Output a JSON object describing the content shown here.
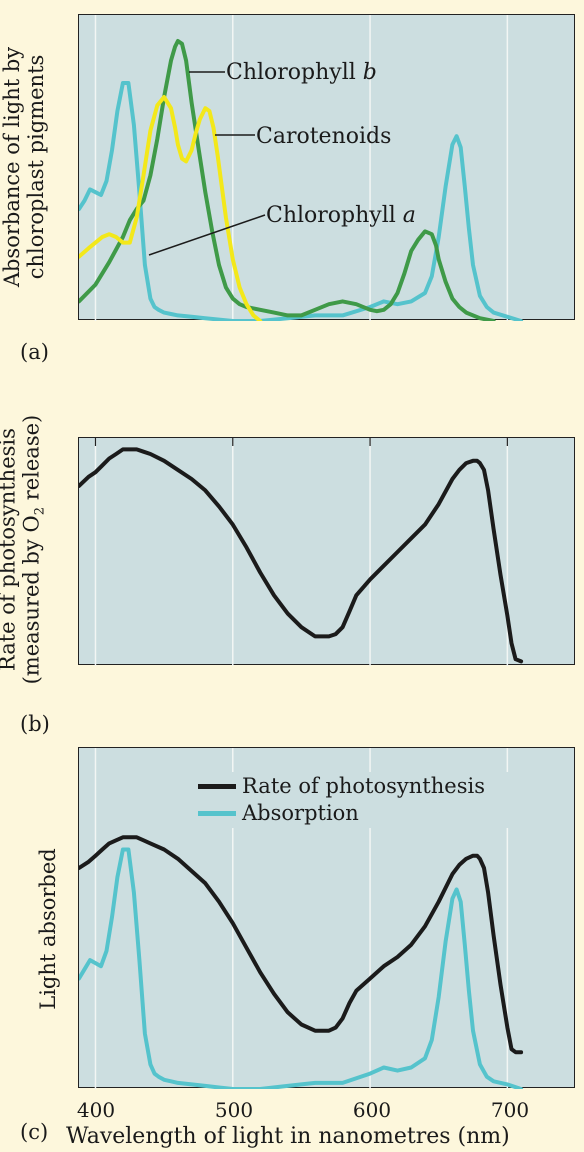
{
  "colors": {
    "chl_b": "#3f9a48",
    "carotenoids": "#f3e81a",
    "chl_a": "#55c3cc",
    "rate": "#1b1b1b",
    "grid": "#f2f6f4",
    "bg": "#fdf7dc",
    "plot_bg": "#ccdee0"
  },
  "chart_data": [
    {
      "panel": "(a)",
      "type": "line",
      "ylabel": [
        "Absorbance of light by",
        "chloroplast pigments"
      ],
      "xlim": [
        388,
        750
      ],
      "ylim": [
        0,
        1
      ],
      "series": [
        {
          "name": "Chlorophyll b",
          "color_key": "chl_b",
          "x": [
            388,
            400,
            410,
            420,
            425,
            430,
            435,
            440,
            445,
            450,
            455,
            458,
            460,
            463,
            466,
            470,
            475,
            480,
            485,
            490,
            495,
            500,
            505,
            510,
            520,
            530,
            540,
            550,
            560,
            570,
            580,
            590,
            600,
            605,
            610,
            615,
            620,
            625,
            630,
            635,
            640,
            645,
            648,
            650,
            655,
            660,
            665,
            670,
            680,
            690
          ],
          "y": [
            0.07,
            0.13,
            0.21,
            0.3,
            0.36,
            0.4,
            0.43,
            0.52,
            0.65,
            0.8,
            0.93,
            0.98,
            1.0,
            0.99,
            0.93,
            0.78,
            0.62,
            0.46,
            0.32,
            0.2,
            0.12,
            0.08,
            0.06,
            0.05,
            0.04,
            0.03,
            0.02,
            0.02,
            0.04,
            0.06,
            0.07,
            0.06,
            0.04,
            0.035,
            0.04,
            0.06,
            0.1,
            0.17,
            0.25,
            0.29,
            0.32,
            0.31,
            0.27,
            0.22,
            0.14,
            0.08,
            0.05,
            0.03,
            0.01,
            0.0
          ]
        },
        {
          "name": "Carotenoids",
          "color_key": "carotenoids",
          "x": [
            388,
            395,
            400,
            405,
            410,
            415,
            420,
            425,
            430,
            435,
            440,
            445,
            450,
            455,
            458,
            460,
            463,
            466,
            470,
            473,
            476,
            480,
            483,
            486,
            489,
            492,
            495,
            500,
            505,
            510,
            515,
            520
          ],
          "y": [
            0.23,
            0.26,
            0.28,
            0.3,
            0.31,
            0.3,
            0.28,
            0.28,
            0.37,
            0.52,
            0.68,
            0.77,
            0.8,
            0.76,
            0.69,
            0.63,
            0.58,
            0.57,
            0.61,
            0.67,
            0.72,
            0.76,
            0.75,
            0.69,
            0.59,
            0.48,
            0.37,
            0.22,
            0.12,
            0.06,
            0.02,
            0.0
          ]
        },
        {
          "name": "Chlorophyll a",
          "color_key": "chl_a",
          "x": [
            388,
            392,
            396,
            400,
            404,
            408,
            412,
            416,
            420,
            424,
            428,
            432,
            436,
            440,
            443,
            446,
            450,
            455,
            460,
            470,
            480,
            490,
            500,
            520,
            540,
            560,
            580,
            600,
            610,
            620,
            630,
            640,
            645,
            650,
            655,
            660,
            663,
            666,
            669,
            672,
            675,
            680,
            685,
            690,
            700,
            710
          ],
          "y": [
            0.4,
            0.43,
            0.47,
            0.46,
            0.45,
            0.5,
            0.61,
            0.75,
            0.85,
            0.85,
            0.7,
            0.46,
            0.2,
            0.08,
            0.05,
            0.04,
            0.03,
            0.025,
            0.02,
            0.015,
            0.01,
            0.005,
            0.0,
            0.0,
            0.01,
            0.02,
            0.02,
            0.05,
            0.07,
            0.06,
            0.07,
            0.1,
            0.16,
            0.3,
            0.48,
            0.63,
            0.66,
            0.62,
            0.48,
            0.33,
            0.2,
            0.09,
            0.05,
            0.03,
            0.015,
            0.0
          ]
        }
      ],
      "labels": [
        "Chlorophyll b",
        "Carotenoids",
        "Chlorophyll a"
      ]
    },
    {
      "panel": "(b)",
      "type": "line",
      "ylabel": [
        "Rate of photosynthesis",
        "(measured by O2 release)"
      ],
      "xlim": [
        388,
        750
      ],
      "ylim": [
        0,
        1
      ],
      "series": [
        {
          "name": "",
          "color_key": "rate",
          "x": [
            388,
            395,
            400,
            405,
            410,
            415,
            420,
            425,
            430,
            435,
            440,
            450,
            460,
            470,
            480,
            490,
            500,
            510,
            520,
            530,
            540,
            550,
            560,
            570,
            575,
            580,
            585,
            590,
            600,
            610,
            620,
            630,
            640,
            650,
            660,
            665,
            670,
            675,
            678,
            680,
            683,
            686,
            690,
            695,
            700,
            703,
            706,
            710
          ],
          "y": [
            0.79,
            0.83,
            0.85,
            0.88,
            0.91,
            0.93,
            0.95,
            0.95,
            0.95,
            0.94,
            0.93,
            0.9,
            0.86,
            0.82,
            0.77,
            0.7,
            0.62,
            0.52,
            0.41,
            0.31,
            0.23,
            0.17,
            0.13,
            0.13,
            0.14,
            0.17,
            0.24,
            0.31,
            0.38,
            0.44,
            0.5,
            0.56,
            0.62,
            0.71,
            0.82,
            0.86,
            0.89,
            0.9,
            0.9,
            0.89,
            0.86,
            0.77,
            0.6,
            0.4,
            0.22,
            0.1,
            0.03,
            0.02
          ]
        }
      ]
    },
    {
      "panel": "(c)",
      "type": "line",
      "ylabel": [
        "Light absorbed"
      ],
      "xlabel": "Wavelength of light in nanometres (nm)",
      "xticks": [
        400,
        500,
        600,
        700
      ],
      "xlim": [
        388,
        750
      ],
      "ylim": [
        0,
        1
      ],
      "legend": "top-right",
      "series": [
        {
          "name": "Rate of photosynthesis",
          "color_key": "rate",
          "x": [
            388,
            395,
            400,
            405,
            410,
            415,
            420,
            425,
            430,
            435,
            440,
            450,
            460,
            470,
            480,
            490,
            500,
            510,
            520,
            530,
            540,
            550,
            560,
            570,
            575,
            580,
            585,
            590,
            600,
            610,
            620,
            630,
            640,
            650,
            660,
            665,
            670,
            675,
            678,
            680,
            683,
            686,
            690,
            695,
            700,
            703,
            706,
            710
          ],
          "y": [
            0.72,
            0.74,
            0.76,
            0.78,
            0.8,
            0.81,
            0.82,
            0.82,
            0.82,
            0.81,
            0.8,
            0.78,
            0.75,
            0.71,
            0.67,
            0.61,
            0.54,
            0.46,
            0.38,
            0.31,
            0.25,
            0.21,
            0.19,
            0.19,
            0.2,
            0.23,
            0.28,
            0.32,
            0.36,
            0.4,
            0.43,
            0.47,
            0.53,
            0.61,
            0.7,
            0.73,
            0.75,
            0.76,
            0.76,
            0.75,
            0.72,
            0.64,
            0.5,
            0.34,
            0.2,
            0.13,
            0.12,
            0.12
          ]
        },
        {
          "name": "Absorption",
          "color_key": "chl_a",
          "x": [
            388,
            392,
            396,
            400,
            404,
            408,
            412,
            416,
            420,
            424,
            428,
            432,
            436,
            440,
            443,
            446,
            450,
            455,
            460,
            470,
            480,
            490,
            500,
            520,
            540,
            560,
            580,
            600,
            610,
            620,
            630,
            640,
            645,
            650,
            655,
            660,
            663,
            666,
            669,
            672,
            675,
            680,
            685,
            690,
            700,
            710
          ],
          "y": [
            0.36,
            0.39,
            0.42,
            0.41,
            0.4,
            0.45,
            0.56,
            0.69,
            0.78,
            0.78,
            0.64,
            0.42,
            0.18,
            0.08,
            0.05,
            0.04,
            0.03,
            0.025,
            0.02,
            0.015,
            0.01,
            0.005,
            0.0,
            0.0,
            0.01,
            0.02,
            0.02,
            0.05,
            0.07,
            0.06,
            0.07,
            0.1,
            0.16,
            0.3,
            0.48,
            0.62,
            0.65,
            0.61,
            0.47,
            0.32,
            0.19,
            0.08,
            0.04,
            0.025,
            0.015,
            0.0
          ]
        }
      ]
    }
  ],
  "text": {
    "label_chl_b": "Chlorophyll ",
    "label_chl_b_it": "b",
    "label_carot": "Carotenoids",
    "label_chl_a": "Chlorophyll ",
    "label_chl_a_it": "a",
    "panel_a": "(a)",
    "panel_b": "(b)",
    "panel_c": "(c)",
    "ylabel_a1": "Absorbance of light by",
    "ylabel_a2": "chloroplast pigments",
    "ylabel_b1": "Rate of photosynthesis",
    "ylabel_b2_pre": "(measured by O",
    "ylabel_b2_sub": "2",
    "ylabel_b2_post": " release)",
    "ylabel_c": "Light absorbed",
    "xlabel": "Wavelength of light in nanometres (nm)",
    "ticks": [
      "400",
      "500",
      "600",
      "700"
    ],
    "legend_rate": "Rate of photosynthesis",
    "legend_abs": "Absorption"
  }
}
